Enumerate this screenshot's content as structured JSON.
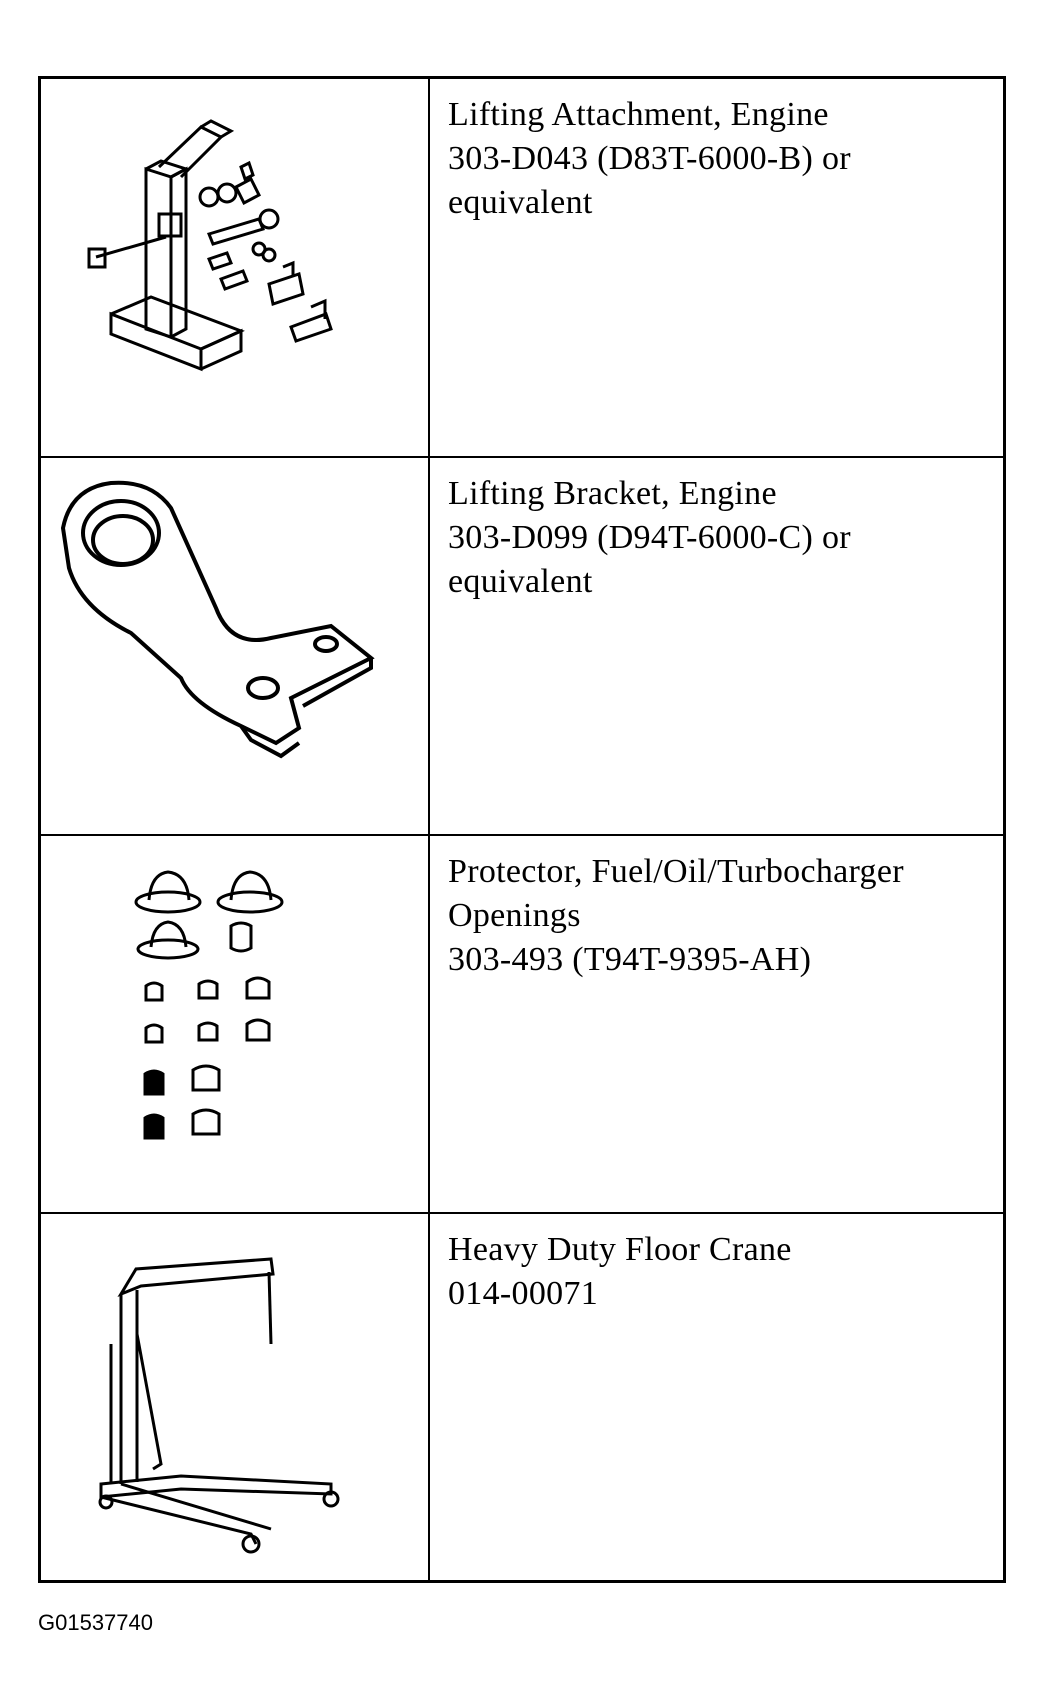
{
  "rows": [
    {
      "name": "Lifting Attachment, Engine",
      "number": "303-D043 (D83T-6000-B) or",
      "note": "equivalent",
      "illustration": "engine-lifting-attachment-icon"
    },
    {
      "name": "Lifting Bracket, Engine",
      "number": "303-D099 (D94T-6000-C) or",
      "note": "equivalent",
      "illustration": "engine-lifting-bracket-icon"
    },
    {
      "name": "Protector, Fuel/Oil/Turbocharger",
      "number": "Openings",
      "note": "303-493 (T94T-9395-AH)",
      "illustration": "opening-protector-caps-icon"
    },
    {
      "name": "Heavy Duty Floor Crane",
      "number": "014-00071",
      "note": "",
      "illustration": "floor-crane-icon"
    }
  ],
  "figure_id": "G01537740"
}
